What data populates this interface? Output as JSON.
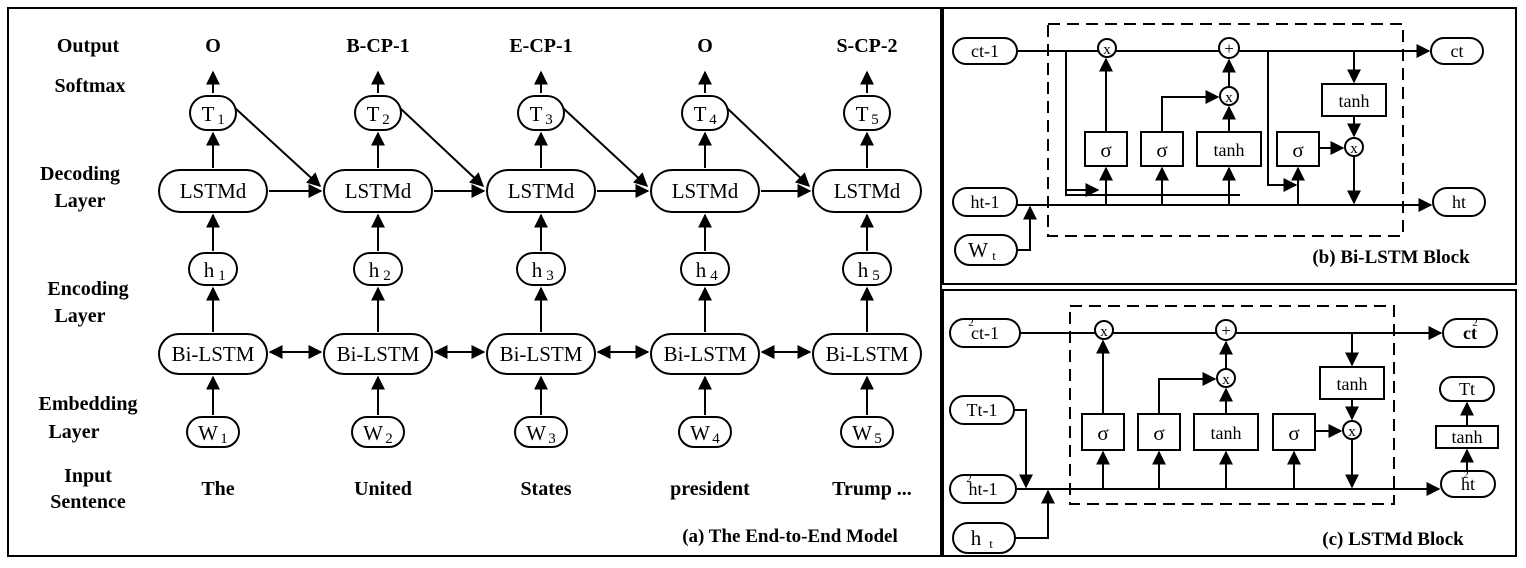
{
  "panel_a": {
    "caption": "(a) The End-to-End Model",
    "row_labels": {
      "output": "Output",
      "softmax": "Softmax",
      "decoding_1": "Decoding",
      "decoding_2": "Layer",
      "encoding_1": "Encoding",
      "encoding_2": "Layer",
      "embedding_1": "Embedding",
      "embedding_2": "Layer",
      "input_1": "Input",
      "input_2": "Sentence"
    },
    "columns": [
      {
        "output": "O",
        "tag": "T",
        "sub": "1",
        "decoder": "LSTMd",
        "hidden": "h",
        "encoder": "Bi-LSTM",
        "embed": "W",
        "word": "The"
      },
      {
        "output": "B-CP-1",
        "tag": "T",
        "sub": "2",
        "decoder": "LSTMd",
        "hidden": "h",
        "encoder": "Bi-LSTM",
        "embed": "W",
        "word": "United"
      },
      {
        "output": "E-CP-1",
        "tag": "T",
        "sub": "3",
        "decoder": "LSTMd",
        "hidden": "h",
        "encoder": "Bi-LSTM",
        "embed": "W",
        "word": "States"
      },
      {
        "output": "O",
        "tag": "T",
        "sub": "4",
        "decoder": "LSTMd",
        "hidden": "h",
        "encoder": "Bi-LSTM",
        "embed": "W",
        "word": "president"
      },
      {
        "output": "S-CP-2",
        "tag": "T",
        "sub": "5",
        "decoder": "LSTMd",
        "hidden": "h",
        "encoder": "Bi-LSTM",
        "embed": "W",
        "word": "Trump ..."
      }
    ]
  },
  "panel_b": {
    "caption": "(b) Bi-LSTM Block",
    "in_c": "ct-1",
    "in_h": "ht-1",
    "in_w": "W",
    "in_w_sub": "t",
    "out_c": "ct",
    "out_h": "ht",
    "sigma": "σ",
    "tanh": "tanh",
    "mult": "x",
    "add": "+"
  },
  "panel_c": {
    "caption": "(c) LSTMd Block",
    "in_c": "ct-1",
    "in_T": "Tt-1",
    "in_h": "ht-1",
    "in_ht": "h",
    "in_ht_sub": "t",
    "out_c": "ct",
    "out_T": "Tt",
    "out_tanh": "tanh",
    "out_h": "ht",
    "sup": "2",
    "sigma": "σ",
    "tanh": "tanh",
    "mult": "x",
    "add": "+"
  }
}
